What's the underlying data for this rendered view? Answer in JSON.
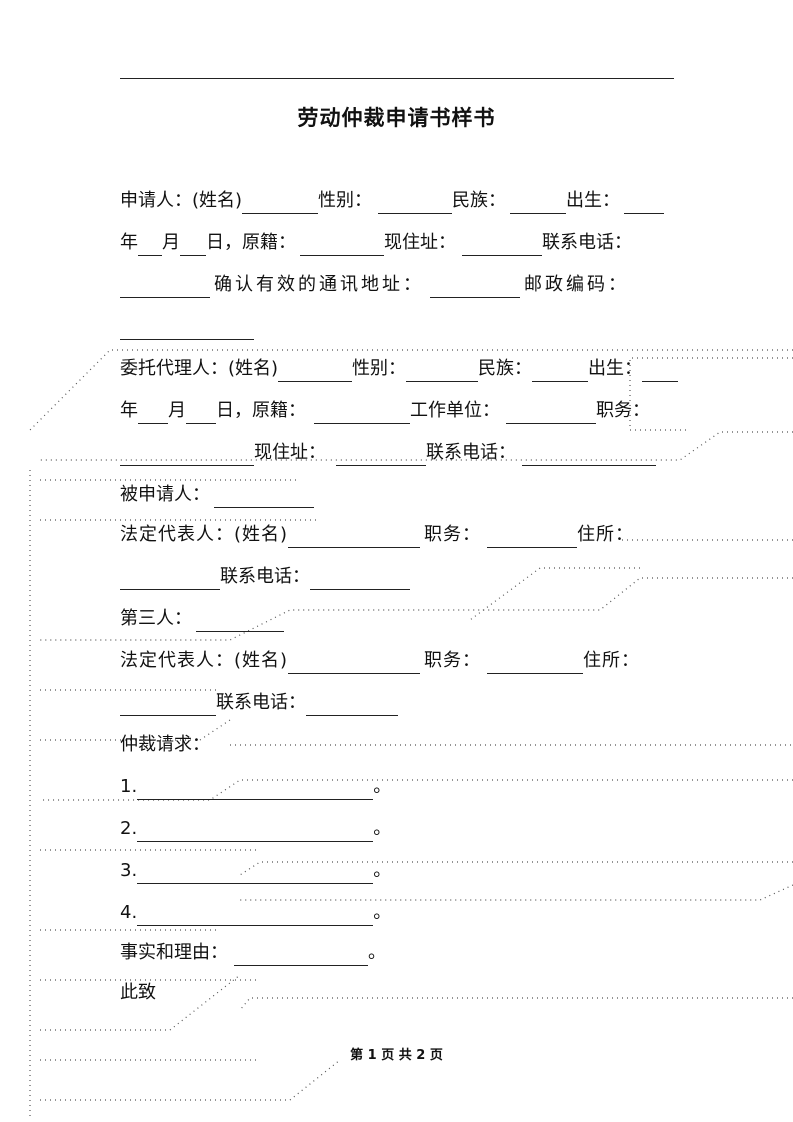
{
  "document": {
    "title": "劳动仲裁申请书样书",
    "applicant": {
      "label": "申请人：",
      "name_label": "(姓名)",
      "gender_label": "性别：",
      "ethnicity_label": "民族：",
      "birth_label": "出生：",
      "year": "年",
      "month": "月",
      "day": "日，原籍：",
      "address_label": "现住址：",
      "phone_label": "联系电话：",
      "confirm_address_label": "确认有效的通讯地址：",
      "postcode_label": "邮政编码："
    },
    "agent": {
      "label": "委托代理人：",
      "name_label": "(姓名)",
      "gender_label": "性别：",
      "ethnicity_label": "民族：",
      "birth_label": "出生：",
      "year": "年",
      "month": "月",
      "day": "日，原籍：",
      "employer_label": "工作单位：",
      "position_label": "职务：",
      "address_label": "现住址：",
      "phone_label": "联系电话："
    },
    "respondent": {
      "label": "被申请人：",
      "rep_label": "法定代表人：",
      "name_label": "(姓名)",
      "position_label": "职务：",
      "residence_label": "住所：",
      "phone_label": "联系电话："
    },
    "third_party": {
      "label": "第三人：",
      "rep_label": "法定代表人：",
      "name_label": "(姓名)",
      "position_label": "职务：",
      "residence_label": "住所：",
      "phone_label": "联系电话："
    },
    "requests": {
      "label": "仲裁请求：",
      "items": [
        "1.",
        "2.",
        "3.",
        "4."
      ],
      "period": "。"
    },
    "facts": {
      "label": "事实和理由：",
      "period": "。"
    },
    "closing": "此致"
  },
  "footer": {
    "page_indicator": "第 1 页 共 2 页"
  }
}
